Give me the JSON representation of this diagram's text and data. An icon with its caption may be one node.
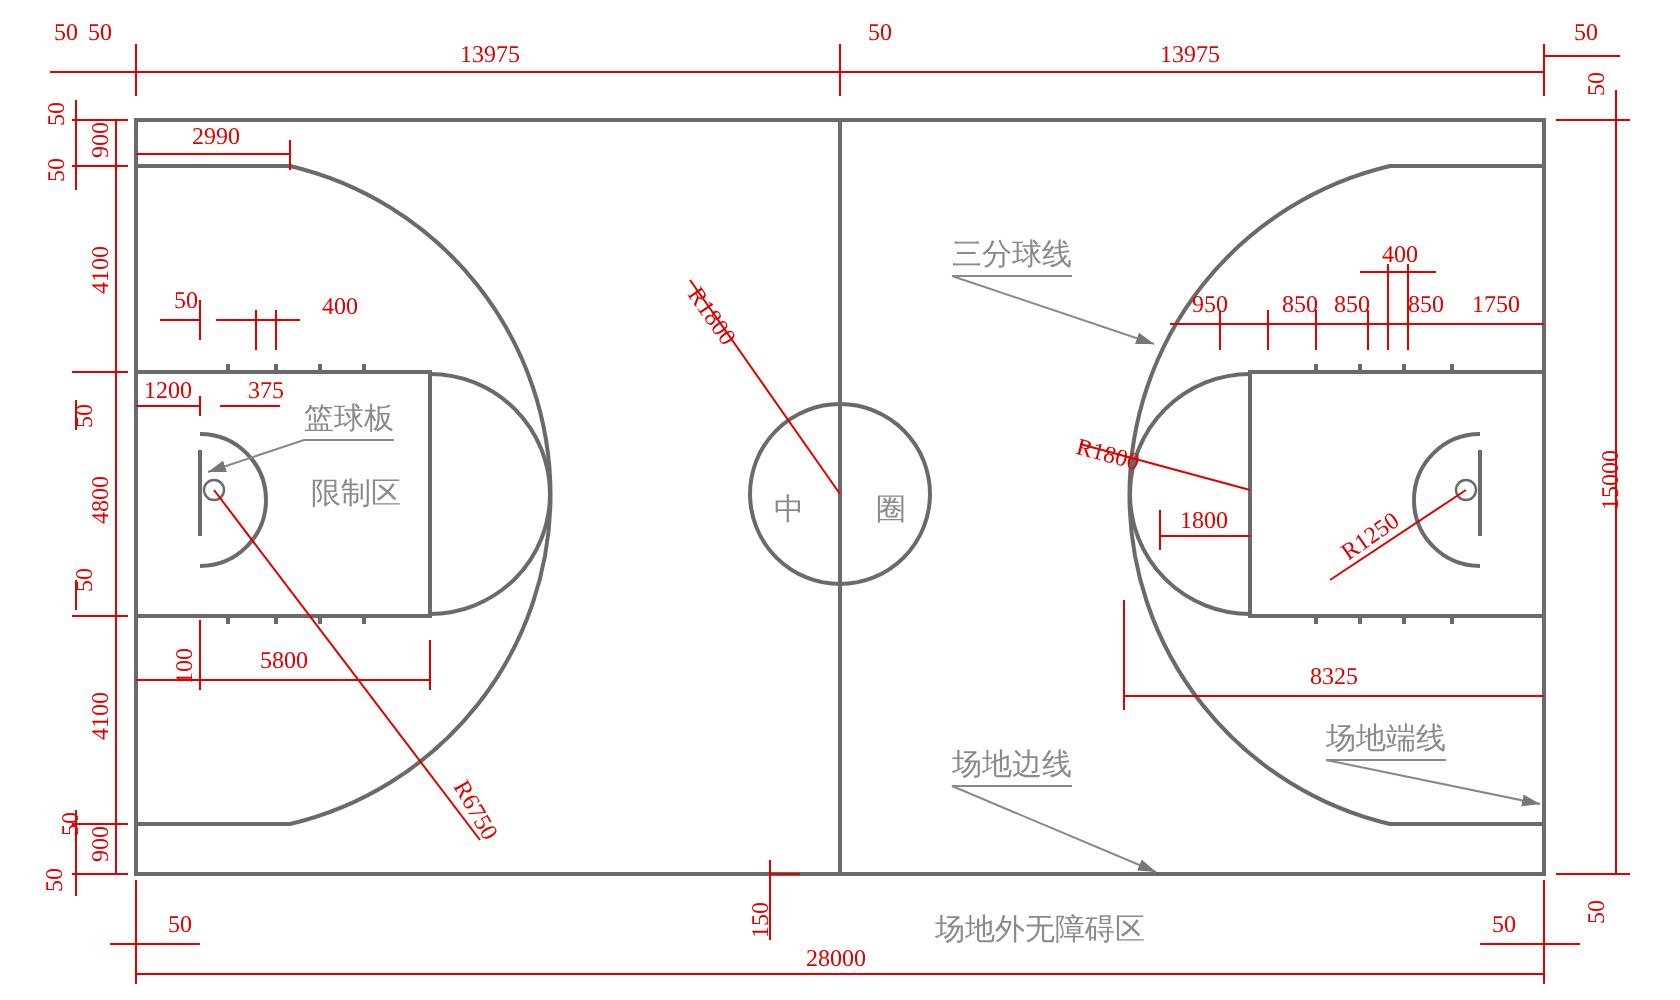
{
  "diagram": {
    "nodes": [
      {
        "text": [
          "篮球板"
        ]
      },
      {
        "text": [
          "三分球线"
        ]
      },
      {
        "text": [
          "场地边线"
        ]
      },
      {
        "text": [
          "场地端线"
        ]
      }
    ],
    "edges": [
      {
        "from": 0,
        "to": null,
        "arrow": "to"
      },
      {
        "from": 1,
        "to": null,
        "arrow": "to"
      },
      {
        "from": 2,
        "to": null,
        "arrow": "to"
      },
      {
        "from": 3,
        "to": null,
        "arrow": "to"
      }
    ],
    "labels": [
      "50",
      "50",
      "13975",
      "50",
      "13975",
      "50",
      "50",
      "50",
      "900",
      "50",
      "2990",
      "4100",
      "R1800",
      "400",
      "50",
      "400",
      "950",
      "850",
      "850",
      "850",
      "1750",
      "1200",
      "375",
      "50",
      "R1800",
      "限制区",
      "中圈",
      "4800",
      "15000",
      "1800",
      "R1250",
      "50",
      "100",
      "5800",
      "8325",
      "4100",
      "R6750",
      "50",
      "900",
      "50",
      "50",
      "150",
      "场地外无障碍区",
      "50",
      "50",
      "28000"
    ]
  }
}
